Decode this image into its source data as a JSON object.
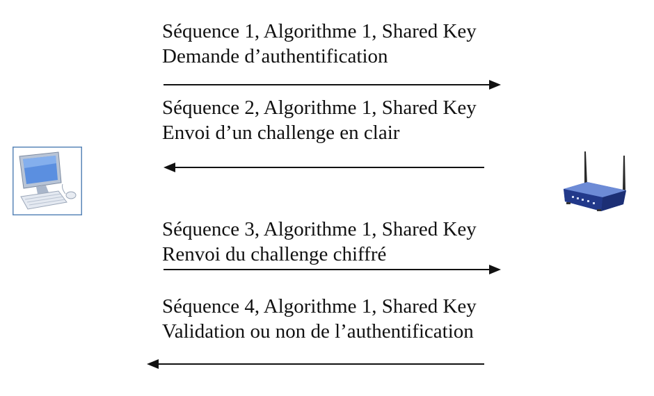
{
  "steps": [
    {
      "sequence_label": "Séquence 1, Algorithme 1, Shared Key",
      "description": "Demande d’authentification",
      "direction": "right"
    },
    {
      "sequence_label": "Séquence 2, Algorithme 1, Shared Key",
      "description": "Envoi d’un challenge en clair",
      "direction": "left"
    },
    {
      "sequence_label": "Séquence 3, Algorithme 1, Shared Key",
      "description": "Renvoi du challenge chiffré",
      "direction": "right"
    },
    {
      "sequence_label": "Séquence 4, Algorithme 1, Shared Key",
      "description": "Validation ou non de l’authentification",
      "direction": "left"
    }
  ],
  "icons": {
    "client": "computer-icon",
    "access_point": "wireless-router-icon"
  },
  "colors": {
    "text": "#111111",
    "arrow": "#111111",
    "monitor_screen": "#5b8fe0",
    "router_body": "#2f4ea8"
  }
}
